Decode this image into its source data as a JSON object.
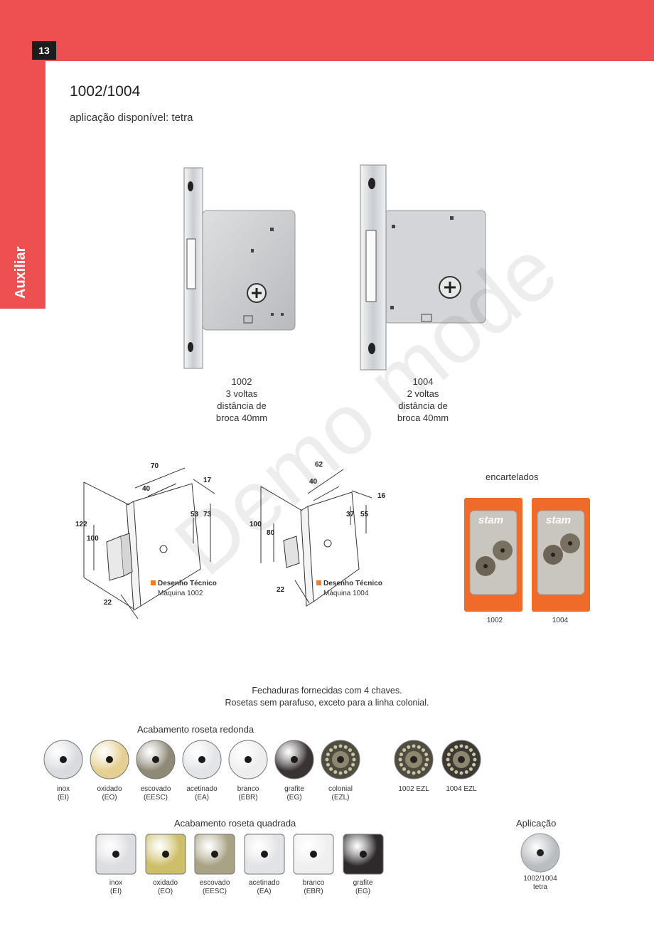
{
  "header": {
    "page_number": "13",
    "section": "Auxiliar"
  },
  "title": "1002/1004",
  "subtitle": "aplicação disponível: tetra",
  "products": [
    {
      "lines": [
        "1002",
        "3 voltas",
        "distância de",
        "broca 40mm"
      ]
    },
    {
      "lines": [
        "1004",
        "2 voltas",
        "distância  de",
        "broca 40mm"
      ]
    }
  ],
  "drawing_1002": {
    "dims": [
      "70",
      "40",
      "17",
      "122",
      "100",
      "53",
      "73",
      "22"
    ],
    "label_bold": "Desenho Técnico",
    "label": "Máquina 1002"
  },
  "drawing_1004": {
    "dims": [
      "62",
      "40",
      "16",
      "100",
      "80",
      "37",
      "55",
      "22"
    ],
    "label_bold": "Desenho Técnico",
    "label": "Máquina 1004"
  },
  "encartelados": {
    "title": "encartelados",
    "brand": "stam",
    "items": [
      "1002",
      "1004"
    ]
  },
  "note": {
    "line1": "Fechaduras fornecidas com 4 chaves.",
    "line2": "Rosetas sem parafuso, exceto para a linha colonial."
  },
  "round": {
    "title": "Acabamento roseta redonda",
    "items": [
      {
        "name": "inox",
        "code": "(EI)",
        "color": "#d9dbde"
      },
      {
        "name": "oxidado",
        "code": "(EO)",
        "color": "#e6cf92"
      },
      {
        "name": "escovado",
        "code": "(EESC)",
        "color": "#8f8a78"
      },
      {
        "name": "acetinado",
        "code": "(EA)",
        "color": "#e2e4e7"
      },
      {
        "name": "branco",
        "code": "(EBR)",
        "color": "#eeeeee"
      },
      {
        "name": "grafite",
        "code": "(EG)",
        "color": "#3a3334"
      },
      {
        "name": "colonial",
        "code": "(EZL)",
        "color": "#4f4d40"
      }
    ],
    "ezl": [
      {
        "name": "1002 EZL",
        "color": "#4f4d40"
      },
      {
        "name": "1004 EZL",
        "color": "#3c3a33"
      }
    ]
  },
  "square": {
    "title": "Acabamento roseta quadrada",
    "items": [
      {
        "name": "inox",
        "code": "(EI)",
        "color": "#dcdde0"
      },
      {
        "name": "oxidado",
        "code": "(EO)",
        "color": "#cdbf6a"
      },
      {
        "name": "escovado",
        "code": "(EESC)",
        "color": "#a8a384"
      },
      {
        "name": "acetinado",
        "code": "(EA)",
        "color": "#e2e3e6"
      },
      {
        "name": "branco",
        "code": "(EBR)",
        "color": "#efefef"
      },
      {
        "name": "grafite",
        "code": "(EG)",
        "color": "#2e2a2b"
      }
    ]
  },
  "application": {
    "title": "Aplicação",
    "line1": "1002/1004",
    "line2": "tetra"
  },
  "watermark": "Demo mode",
  "colors": {
    "accent": "#ee4f51",
    "dark": "#1d1d1d",
    "marker": "#f07c2c"
  }
}
